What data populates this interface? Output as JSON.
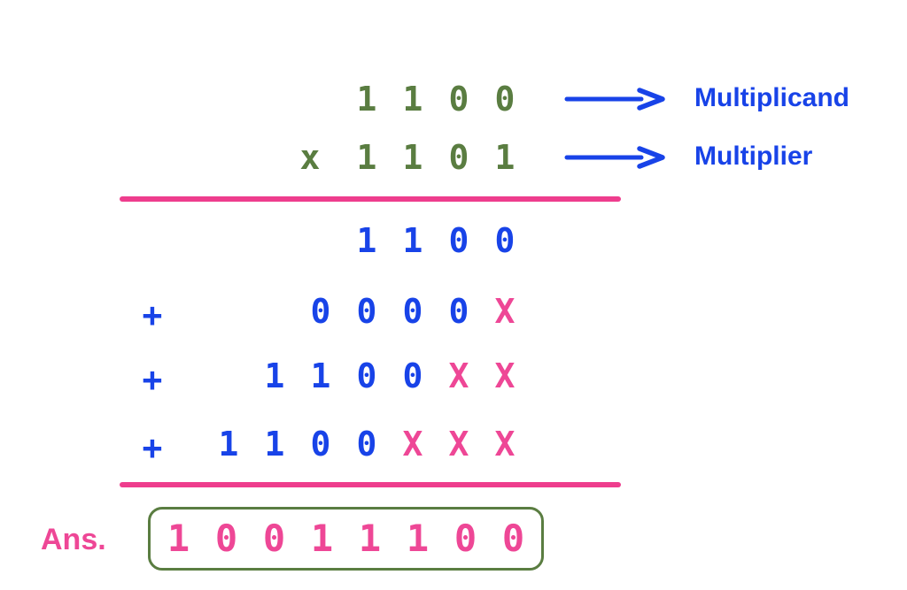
{
  "colors": {
    "green": "#5a7d41",
    "blue": "#1843e8",
    "pink": "#ee4796",
    "pink_line": "#ee3d8d",
    "bg": "#ffffff"
  },
  "icons": {
    "arrow_right": "→"
  },
  "operands": {
    "multiplicand": {
      "digits": [
        "1",
        "1",
        "0",
        "0"
      ],
      "label": "Multiplicand"
    },
    "multiplier": {
      "sign": "x",
      "digits": [
        "1",
        "1",
        "0",
        "1"
      ],
      "label": "Multiplier"
    }
  },
  "partial_products": [
    {
      "plus": "",
      "digits": [
        "1",
        "1",
        "0",
        "0"
      ],
      "placeholders": []
    },
    {
      "plus": "+",
      "digits": [
        "0",
        "0",
        "0",
        "0"
      ],
      "placeholders": [
        "X"
      ]
    },
    {
      "plus": "+",
      "digits": [
        "1",
        "1",
        "0",
        "0"
      ],
      "placeholders": [
        "X",
        "X"
      ]
    },
    {
      "plus": "+",
      "digits": [
        "1",
        "1",
        "0",
        "0"
      ],
      "placeholders": [
        "X",
        "X",
        "X"
      ]
    }
  ],
  "answer": {
    "label": "Ans.",
    "digits": [
      "1",
      "0",
      "0",
      "1",
      "1",
      "1",
      "0",
      "0"
    ]
  }
}
